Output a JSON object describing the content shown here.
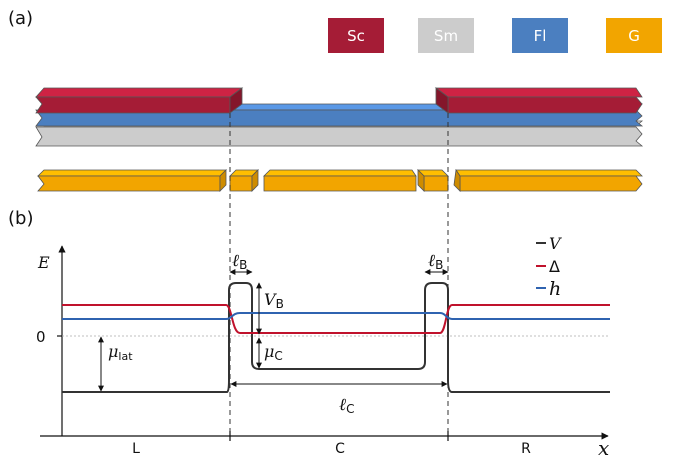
{
  "panel_a_label": "(a)",
  "panel_b_label": "(b)",
  "legend": [
    {
      "text": "Sc",
      "color": "#a51c36"
    },
    {
      "text": "Sm",
      "color": "#cccccc"
    },
    {
      "text": "Fl",
      "color": "#4b7fc0"
    },
    {
      "text": "G",
      "color": "#f2a500"
    }
  ],
  "colors": {
    "sc": "#a51c36",
    "sm": "#cccccc",
    "fl": "#4b7fc0",
    "gate": "#f2a500",
    "V": "#333333",
    "Delta": "#c0122c",
    "h": "#2f63b0"
  },
  "axis": {
    "y_label": "E",
    "x_label": "x",
    "zero_label": "0"
  },
  "annotations": {
    "ell_B": "ℓ",
    "ell_B_sub": "B",
    "V_B": "V",
    "V_B_sub": "B",
    "mu_C": "μ",
    "mu_C_sub": "C",
    "mu_lat": "μ",
    "mu_lat_sub": "lat",
    "ell_C": "ℓ",
    "ell_C_sub": "C"
  },
  "curve_legend": [
    {
      "symbol": "V",
      "color": "#333333"
    },
    {
      "symbol": "Δ",
      "color": "#c0122c"
    },
    {
      "symbol": "h",
      "color": "#2f63b0"
    }
  ],
  "regions": [
    "L",
    "C",
    "R"
  ]
}
